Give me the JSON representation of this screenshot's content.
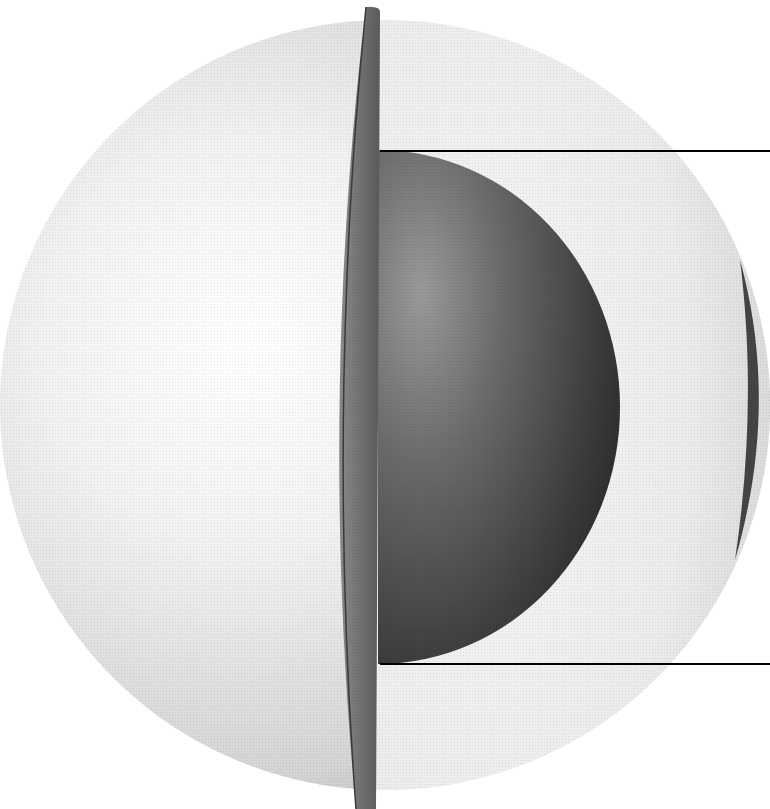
{
  "diagram": {
    "type": "cutaway-sphere",
    "layers": [
      {
        "name": "outer-shell",
        "color": "#d9d9d9"
      },
      {
        "name": "cut-face",
        "color": "#eeeeee"
      },
      {
        "name": "inner-core",
        "color": "#4a4a4a"
      }
    ],
    "labels": [],
    "leader_lines": 2,
    "colors": {
      "background": "#ffffff",
      "shell_light": "#f7f7f7",
      "shell_dark": "#a8a8a8",
      "core_light": "#8a8a8a",
      "core_dark": "#252525",
      "wedge": "#6e6e6e",
      "line": "#000000"
    }
  }
}
